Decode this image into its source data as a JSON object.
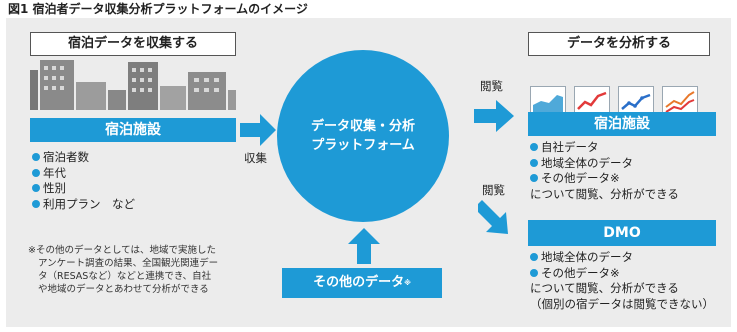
{
  "figure_title": "図1 宿泊者データ収集分析プラットフォームのイメージ",
  "collect_box": {
    "title": "宿泊データを収集する"
  },
  "analyze_box": {
    "title": "データを分析する"
  },
  "lodging_left": {
    "label": "宿泊施設",
    "items": [
      "宿泊者数",
      "年代",
      "性別",
      "利用プラン　など"
    ]
  },
  "arrow_collect_label": "収集",
  "platform": {
    "line1": "データ収集・分析",
    "line2": "プラットフォーム"
  },
  "other_data_box": {
    "label": "その他のデータ",
    "mark": "※"
  },
  "note": {
    "lines": [
      "※その他のデータとしては、地域で実施した",
      "アンケート調査の結果、全国観光関連デー",
      "タ（RESASなど）などと連携でき、自社",
      "や地域のデータとあわせて分析ができる"
    ]
  },
  "view_label_top": "閲覧",
  "view_label_bottom": "閲覧",
  "lodging_right": {
    "label": "宿泊施設",
    "items": [
      "自社データ",
      "地域全体のデータ",
      "その他データ※"
    ],
    "tail": "について閲覧、分析ができる"
  },
  "dmo": {
    "label": "DMO",
    "items": [
      "地域全体のデータ",
      "その他データ※"
    ],
    "tail1": "について閲覧、分析ができる",
    "tail2": "（個別の宿データは閲覧できない）"
  },
  "colors": {
    "accent": "#1e9ad6",
    "background": "#ececec"
  },
  "icons": [
    "buildings-illustration",
    "area-chart-icon",
    "line-chart-red-icon",
    "line-chart-blue-icon",
    "line-chart-multi-icon"
  ]
}
